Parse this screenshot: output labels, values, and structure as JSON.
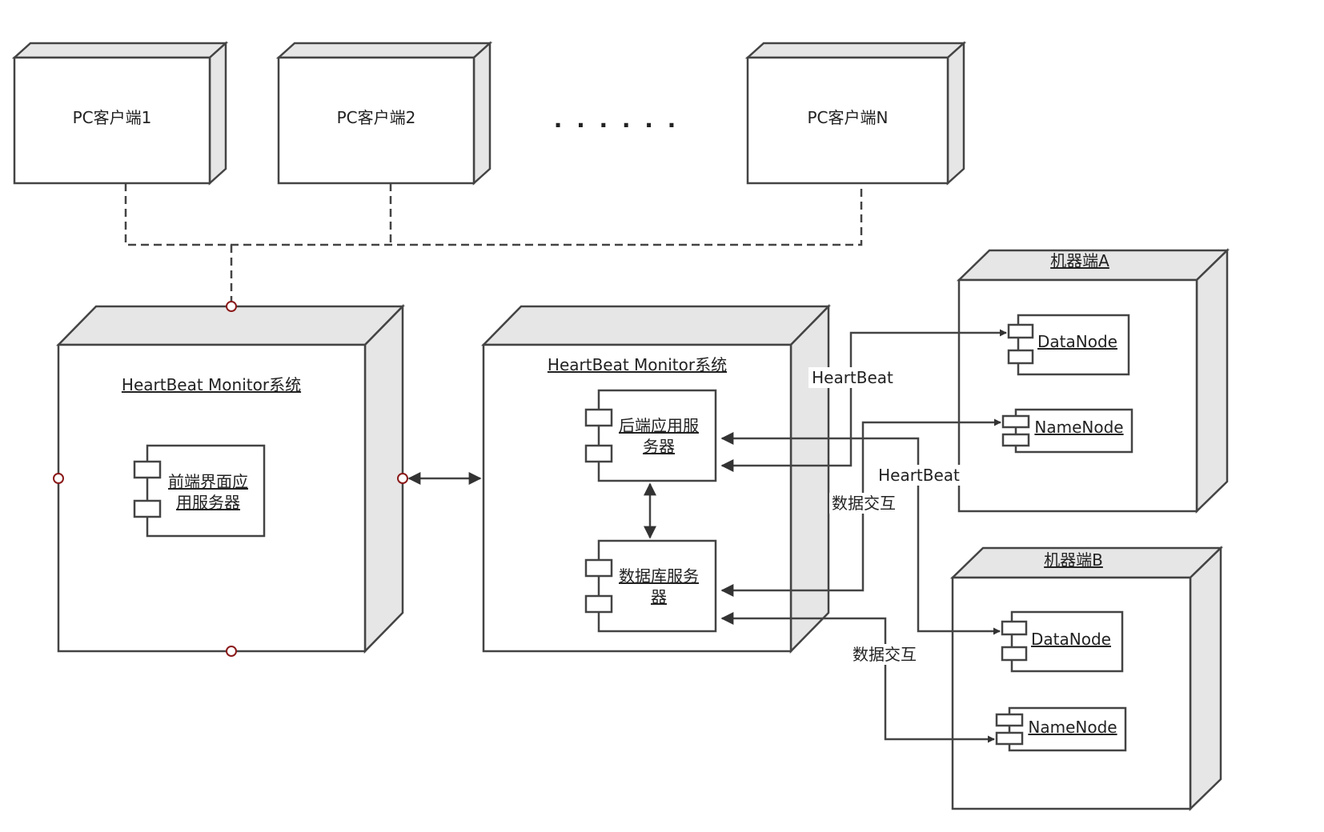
{
  "clients": {
    "pc1": "PC客户端1",
    "pc2": "PC客户端2",
    "ellipsis": "· · · · · ·",
    "pcN": "PC客户端N"
  },
  "systems": {
    "frontend_system": "HeartBeat Monitor系统",
    "frontend_component": [
      "前端界面应",
      "用服务器"
    ],
    "backend_system": "HeartBeat Monitor系统",
    "backend_component": [
      "后端应用服",
      "务器"
    ],
    "db_component": [
      "数据库服务",
      "器"
    ]
  },
  "machines": {
    "a_title": "机器端A",
    "a_datanode": "DataNode",
    "a_namenode": "NameNode",
    "b_title": "机器端B",
    "b_datanode": "DataNode",
    "b_namenode": "NameNode"
  },
  "edges": {
    "heartbeat_1": "HeartBeat",
    "heartbeat_2": "HeartBeat",
    "data_exchange_1": "数据交互",
    "data_exchange_2": "数据交互"
  }
}
